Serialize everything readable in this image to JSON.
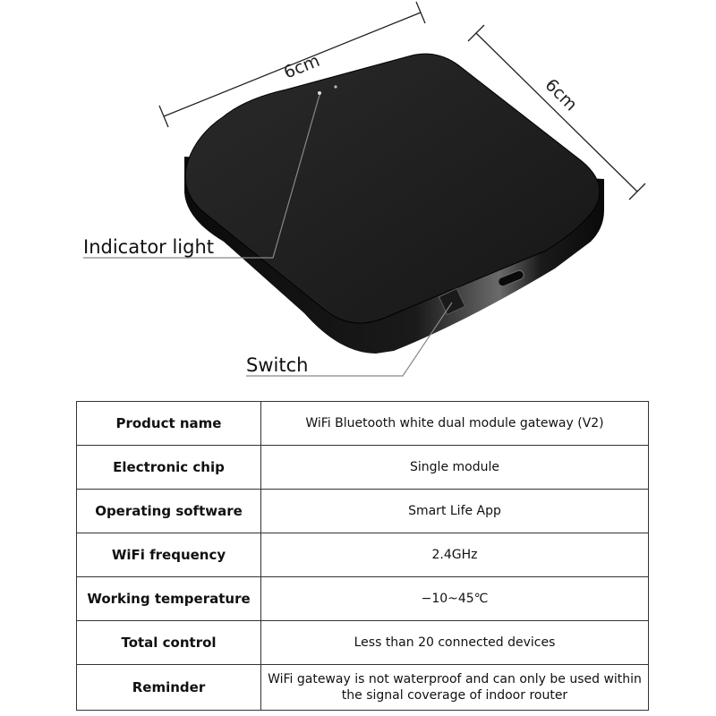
{
  "dimensions": {
    "width_label": "6cm",
    "depth_label": "6cm"
  },
  "callouts": {
    "indicator": "Indicator light",
    "switch": "Switch"
  },
  "specs": [
    {
      "label": "Product name",
      "value": "WiFi Bluetooth white dual module gateway (V2)"
    },
    {
      "label": "Electronic chip",
      "value": "Single module"
    },
    {
      "label": "Operating software",
      "value": "Smart Life App"
    },
    {
      "label": "WiFi frequency",
      "value": "2.4GHz"
    },
    {
      "label": "Working temperature",
      "value": "−10~45℃"
    },
    {
      "label": "Total control",
      "value": "Less than 20 connected devices"
    },
    {
      "label": "Reminder",
      "value": "WiFi gateway is not waterproof and can only be used within the signal coverage of indoor router"
    }
  ],
  "colors": {
    "device_top": "#1c1c1c",
    "device_side": "#0d0d0d",
    "border": "#333333"
  }
}
